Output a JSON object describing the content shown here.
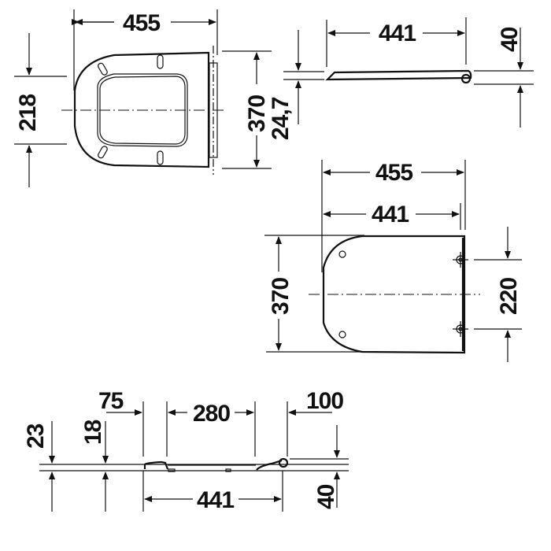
{
  "drawing": {
    "top_view": {
      "width_label": "455",
      "hinge_spacing_label": "218",
      "depth_label": "370",
      "offset_label": "24,7"
    },
    "side_view_top": {
      "length_label": "441",
      "height_label": "40"
    },
    "bottom_view": {
      "width_outer_label": "455",
      "width_inner_label": "441",
      "depth_label": "370",
      "fixing_spacing_label": "220"
    },
    "side_view_bottom": {
      "front_label": "75",
      "middle_label": "280",
      "rear_label": "100",
      "height_23_label": "23",
      "height_18_label": "18",
      "length_label": "441",
      "height_40_label": "40"
    },
    "line_color": "#111111",
    "background": "#ffffff"
  }
}
